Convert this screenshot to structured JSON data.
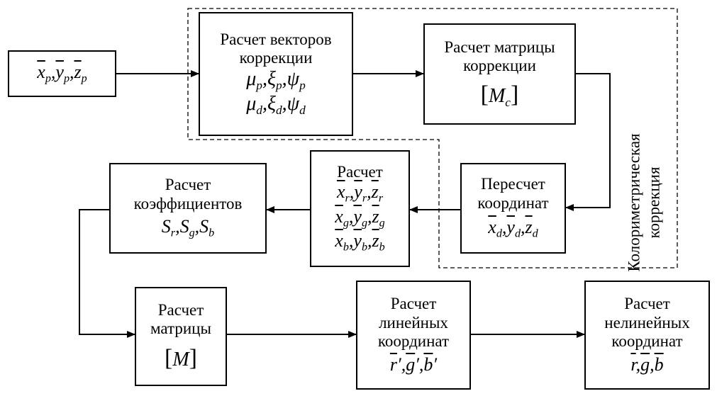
{
  "blocks": {
    "input": {
      "math": "x̄p, ȳp, z̄p"
    },
    "correction_vectors": {
      "title": "Расчет векторов коррекции",
      "line1": "Расчет векторов",
      "line2": "коррекции",
      "math1": "μp, ξp, ψp",
      "math2": "μd, ξd, ψd"
    },
    "correction_matrix": {
      "line1": "Расчет матрицы",
      "line2": "коррекции",
      "math": "[Mc]"
    },
    "recalc_coords": {
      "line1": "Пересчет",
      "line2": "координат",
      "math": "x̄d, ȳd, z̄d"
    },
    "calc_xyz": {
      "line1": "Расчет",
      "math1": "x̄r, ȳr, z̄r",
      "math2": "x̄g, ȳg, z̄g",
      "math3": "x̄b, ȳb, z̄b"
    },
    "coefficients": {
      "line1": "Расчет",
      "line2": "коэффициентов",
      "math": "Sr, Sg, Sb"
    },
    "matrix_m": {
      "line1": "Расчет",
      "line2": "матрицы",
      "math": "[M]"
    },
    "linear_coords": {
      "line1": "Расчет",
      "line2": "линейных",
      "line3": "координат",
      "math": "r̄′, ḡ′, b̄′"
    },
    "nonlinear_coords": {
      "line1": "Расчет",
      "line2": "нелинейных",
      "line3": "координат",
      "math": "r̄, ḡ, b̄"
    }
  },
  "region_label": {
    "line1": "Колориметрическая",
    "line2": "коррекция"
  },
  "colors": {
    "stroke": "#000000",
    "background": "#ffffff"
  }
}
